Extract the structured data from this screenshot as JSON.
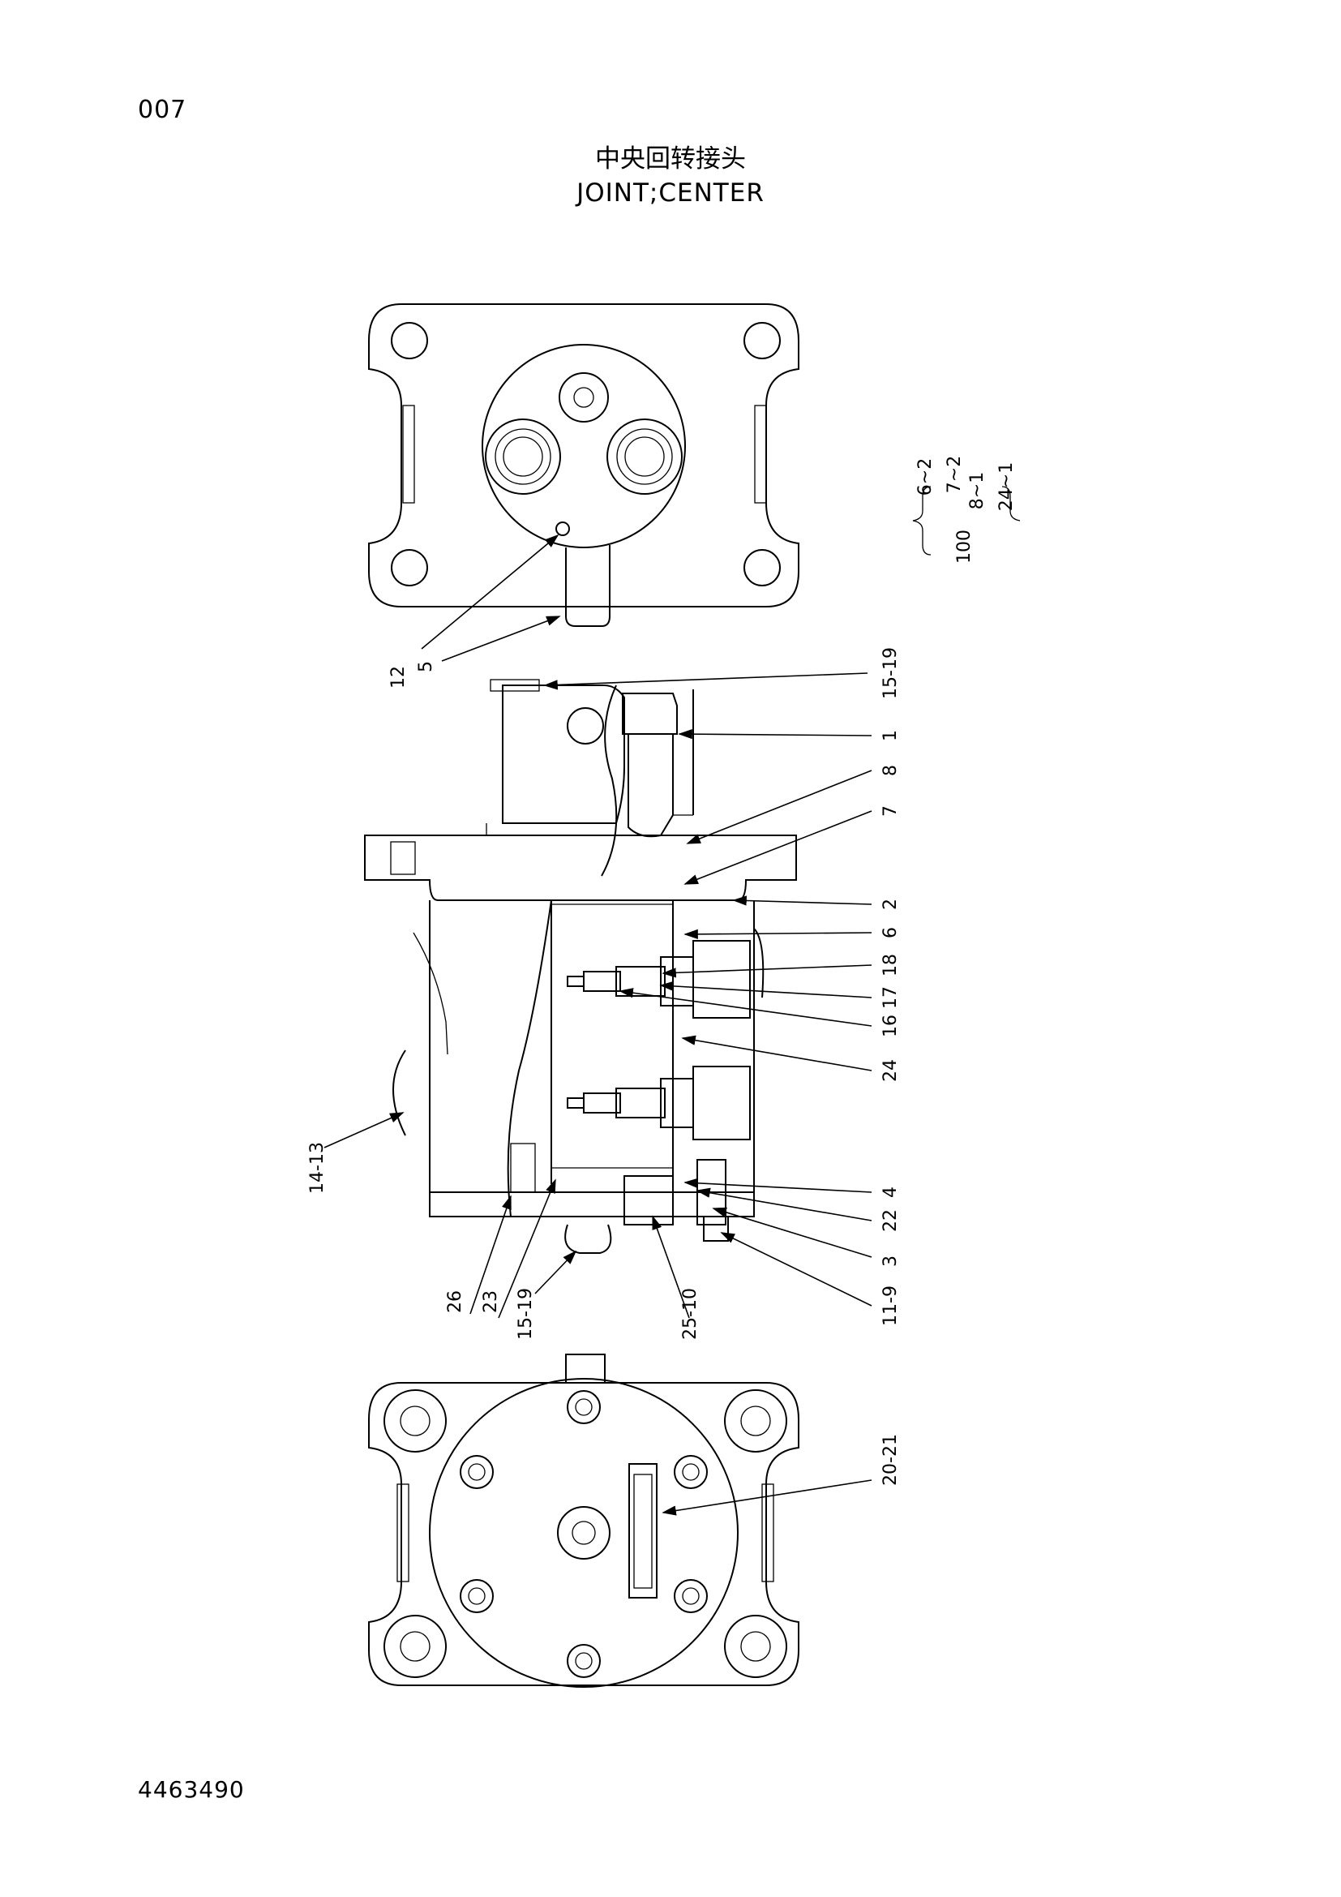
{
  "header": {
    "page_number": "007",
    "title_cn": "中央回转接头",
    "title_en": "JOINT;CENTER"
  },
  "footer": {
    "doc_number": "4463490"
  },
  "kit": {
    "number": "100",
    "items": [
      "6~2",
      "7~2",
      "8~1",
      "24~1"
    ]
  },
  "callouts": {
    "top_view": [
      "12",
      "5"
    ],
    "side_right": [
      "15-19",
      "1",
      "8",
      "7",
      "2",
      "6",
      "18",
      "17",
      "16",
      "24",
      "4",
      "22",
      "3",
      "11-9"
    ],
    "side_left": [
      "14-13"
    ],
    "side_bottom": [
      "26",
      "23",
      "15-19",
      "25-10"
    ],
    "bottom_view": [
      "20-21"
    ]
  }
}
